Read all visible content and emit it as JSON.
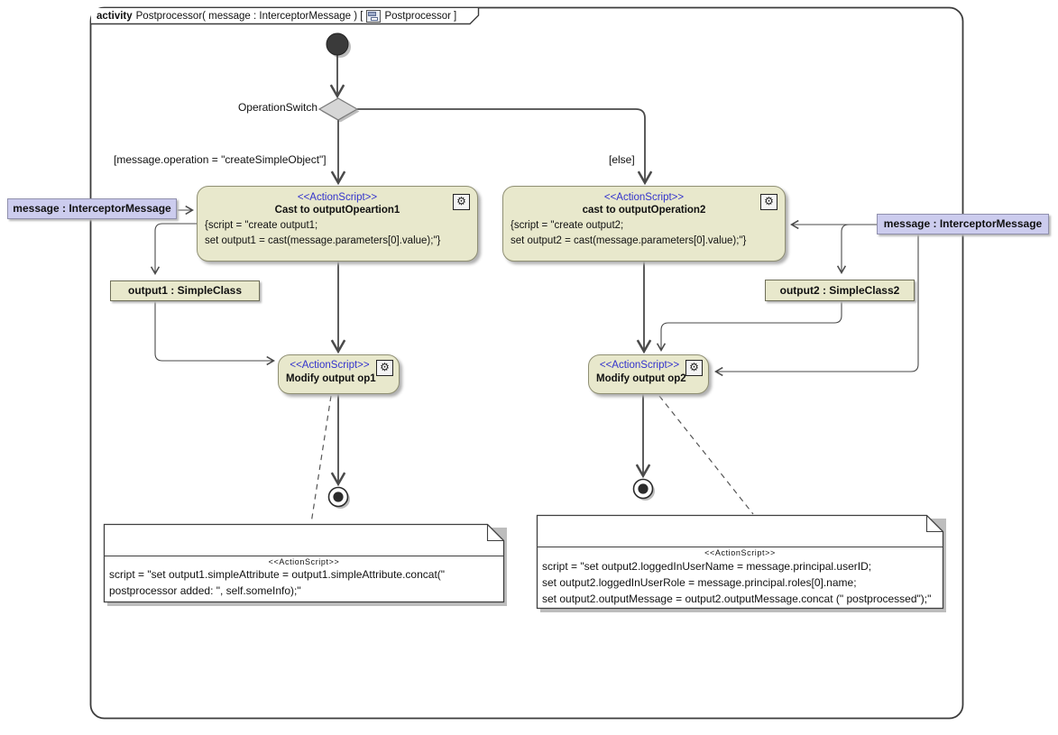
{
  "frame_title": {
    "keyword": "activity",
    "name": "Postprocessor( message : InterceptorMessage ) [",
    "diagram_name": "Postprocessor",
    "bracket_close": "]"
  },
  "flow": {
    "decision_label": "OperationSwitch",
    "guard_create": "[message.operation = \"createSimpleObject\"]",
    "guard_else": "[else]"
  },
  "parameters": {
    "left": {
      "label": "message : InterceptorMessage"
    },
    "right": {
      "label": "message : InterceptorMessage"
    }
  },
  "actions": {
    "cast1": {
      "stereotype": "<<ActionScript>>",
      "name": "Cast to outputOpeartion1",
      "script_line1": "{script = \"create output1;",
      "script_line2": "set output1 = cast(message.parameters[0].value);\"}"
    },
    "cast2": {
      "stereotype": "<<ActionScript>>",
      "name": "cast to outputOperation2",
      "script_line1": "{script = \"create output2;",
      "script_line2": "set output2 = cast(message.parameters[0].value);\"}"
    },
    "modify1": {
      "stereotype": "<<ActionScript>>",
      "name": "Modify output op1"
    },
    "modify2": {
      "stereotype": "<<ActionScript>>",
      "name": "Modify output op2"
    }
  },
  "objects": {
    "output1": {
      "label": "output1 : SimpleClass"
    },
    "output2": {
      "label": "output2 : SimpleClass2"
    }
  },
  "notes": {
    "modify1_script": {
      "stereotype": "<<ActionScript>>",
      "lines": [
        "script = \"set output1.simpleAttribute = output1.simpleAttribute.concat(\"",
        "postprocessor added: \", self.someInfo);\""
      ]
    },
    "modify2_script": {
      "stereotype": "<<ActionScript>>",
      "lines": [
        "script = \"set output2.loggedInUserName = message.principal.userID;",
        "set output2.loggedInUserRole = message.principal.roles[0].name;",
        "set output2.outputMessage = output2.outputMessage.concat (\" postprocessed\");\""
      ]
    }
  },
  "icons": {
    "gear": "⚙"
  },
  "colors": {
    "action_fill": "#e8e8cc",
    "action_border": "#8f8f73",
    "param_fill": "#ccccee",
    "stereotype_text": "#3333cc",
    "edge": "#4a4a4a",
    "decision_fill": "#d6d6d6",
    "start_fill": "#3a3a3a"
  }
}
